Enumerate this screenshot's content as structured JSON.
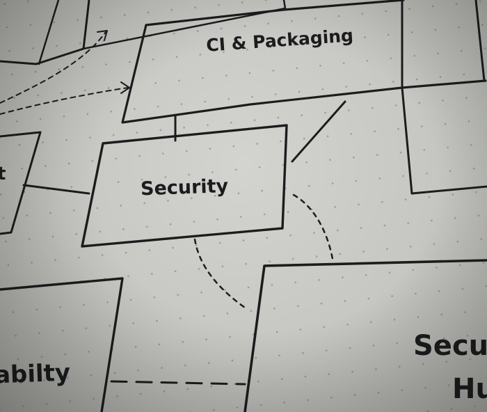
{
  "boxes": {
    "ci_packaging": "CI & Packaging",
    "security": "Security",
    "observability_partial": "abilty",
    "security_hub_line1": "Secu",
    "security_hub_line2": "Hu"
  },
  "partial_marks": {
    "left_box_mark": "t"
  },
  "colors": {
    "paper": "#c9cac5",
    "ink": "#1b1c1d"
  }
}
